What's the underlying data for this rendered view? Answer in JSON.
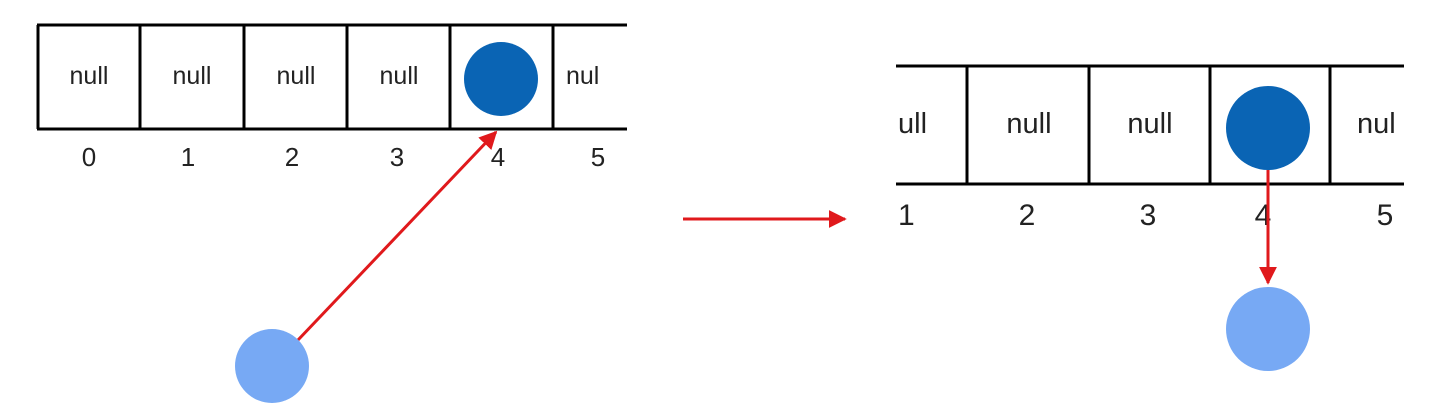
{
  "colors": {
    "line": "#000000",
    "arrow": "#e0191c",
    "node_dark": "#0a64b4",
    "node_light": "#77a9f4",
    "text": "#222222"
  },
  "left_array": {
    "cells": [
      "null",
      "null",
      "null",
      "null",
      "",
      "nul"
    ],
    "indices": [
      "0",
      "1",
      "2",
      "3",
      "4",
      "5"
    ]
  },
  "right_array": {
    "cells": [
      "ull",
      "null",
      "null",
      "",
      "nul"
    ],
    "indices": [
      "1",
      "2",
      "3",
      "4",
      "5"
    ]
  }
}
